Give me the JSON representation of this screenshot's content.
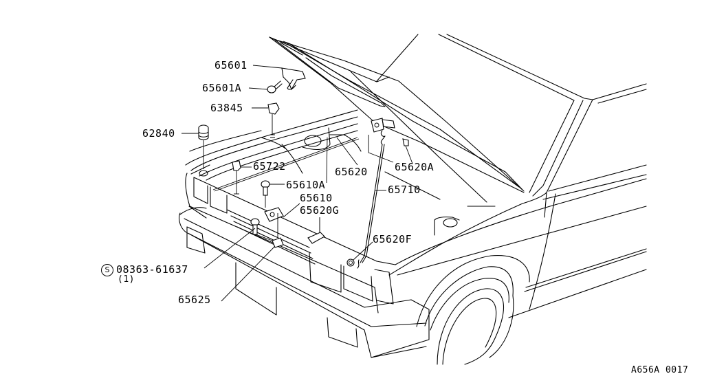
{
  "diagram": {
    "title": "Hood lock / hood support parts diagram",
    "drawing_code": "A656A 0017",
    "callouts": [
      {
        "id": "65601",
        "label": "65601"
      },
      {
        "id": "65601A",
        "label": "65601A"
      },
      {
        "id": "63845",
        "label": "63845"
      },
      {
        "id": "62840",
        "label": "62840"
      },
      {
        "id": "65722",
        "label": "65722"
      },
      {
        "id": "65610A",
        "label": "65610A"
      },
      {
        "id": "65620",
        "label": "65620"
      },
      {
        "id": "65620A",
        "label": "65620A"
      },
      {
        "id": "65710",
        "label": "65710"
      },
      {
        "id": "65610",
        "label": "65610"
      },
      {
        "id": "65620G",
        "label": "65620G"
      },
      {
        "id": "65620F",
        "label": "65620F"
      },
      {
        "id": "08363-61637",
        "label": "08363-61637",
        "prefix_symbol": "S",
        "quantity": "(1)"
      },
      {
        "id": "65625",
        "label": "65625"
      }
    ]
  }
}
